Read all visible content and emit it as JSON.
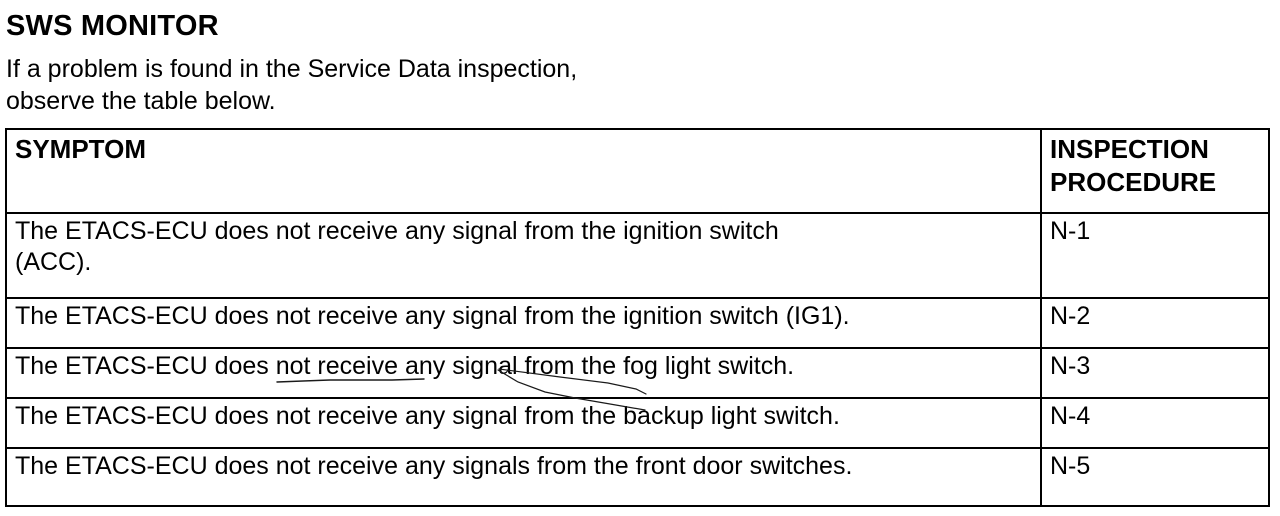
{
  "document": {
    "title": "SWS MONITOR",
    "intro_line_1": "If a problem is found in the Service Data inspection,",
    "intro_line_2": "observe the table below."
  },
  "table": {
    "headers": {
      "symptom": "SYMPTOM",
      "inspection_procedure_line_1": "INSPECTION",
      "inspection_procedure_line_2": "PROCEDURE"
    },
    "rows": [
      {
        "symptom_line_1": "The ETACS-ECU does not receive any signal from the ignition switch",
        "symptom_line_2": "(ACC).",
        "procedure": "N-1"
      },
      {
        "symptom_line_1": "The ETACS-ECU does not receive any signal from the ignition switch (IG1).",
        "symptom_line_2": "",
        "procedure": "N-2"
      },
      {
        "symptom_line_1": "The ETACS-ECU does not receive any signal from the fog light switch.",
        "symptom_line_2": "",
        "procedure": "N-3"
      },
      {
        "symptom_line_1": "The ETACS-ECU does not receive any signal from the backup light switch.",
        "symptom_line_2": "",
        "procedure": "N-4"
      },
      {
        "symptom_line_1": "The ETACS-ECU does not receive any signals from the front door switches.",
        "symptom_line_2": "",
        "procedure": "N-5"
      }
    ]
  },
  "annotation": {
    "type": "handwritten-pencil-mark",
    "description": "thin hand-drawn underline beneath \"does not receive\" in the fog light switch row plus a diagonal stroke crossing into the backup light switch row",
    "color": "#1a1a1a"
  }
}
